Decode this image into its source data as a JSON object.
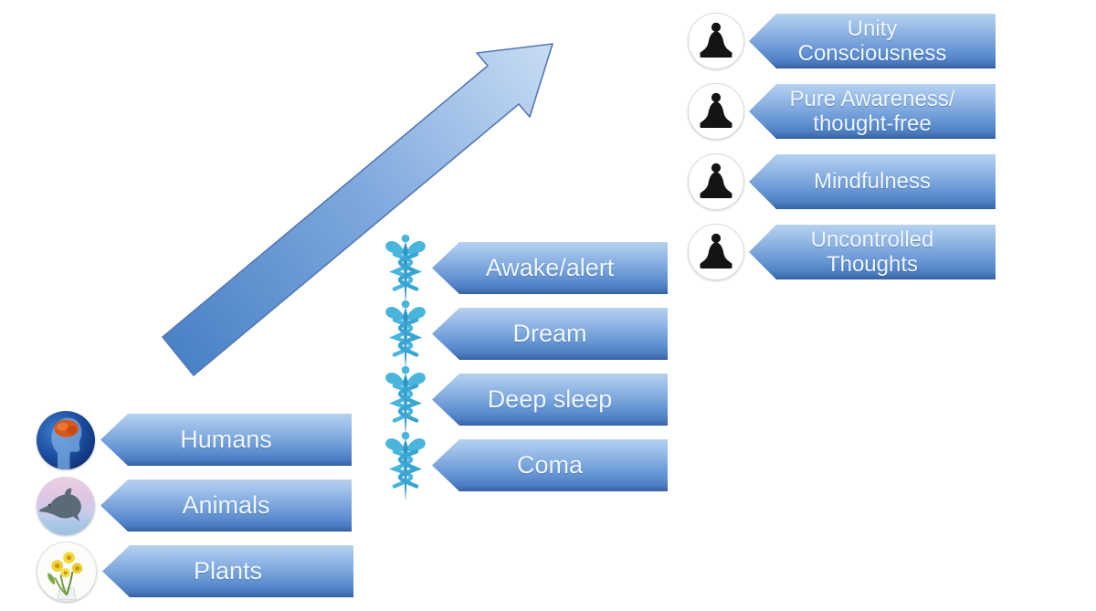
{
  "canvas": {
    "background": "#ffffff"
  },
  "arrow": {
    "name": "ascending-consciousness-arrow",
    "direction": "bottom-left to top-right",
    "color_start": "#4e83c4",
    "color_end": "#c9ddf4",
    "border_color": "#5478b2"
  },
  "banner_style": {
    "shape": "left-pointing pentagon",
    "gradient_top": "#b6d1f0",
    "gradient_bottom": "#35609d",
    "text_color": "#eef6ff"
  },
  "groups": [
    {
      "name": "beings",
      "icon_type": "photo-circle",
      "items": [
        {
          "label": "Humans",
          "icon": "human-head-brain-photo"
        },
        {
          "label": "Animals",
          "icon": "dolphin-photo"
        },
        {
          "label": "Plants",
          "icon": "yellow-flowers-photo"
        }
      ]
    },
    {
      "name": "medical-states",
      "icon_type": "caduceus-icon",
      "icon_color": "#49b4dc",
      "items": [
        {
          "label": "Awake/alert"
        },
        {
          "label": "Dream"
        },
        {
          "label": "Deep sleep"
        },
        {
          "label": "Coma"
        }
      ]
    },
    {
      "name": "meditation-states",
      "icon_type": "meditator-icon",
      "icon_color": "#141414",
      "items": [
        {
          "label": "Unity\nConsciousness"
        },
        {
          "label": "Pure Awareness/\nthought-free"
        },
        {
          "label": "Mindfulness"
        },
        {
          "label": "Uncontrolled\nThoughts"
        }
      ]
    }
  ]
}
